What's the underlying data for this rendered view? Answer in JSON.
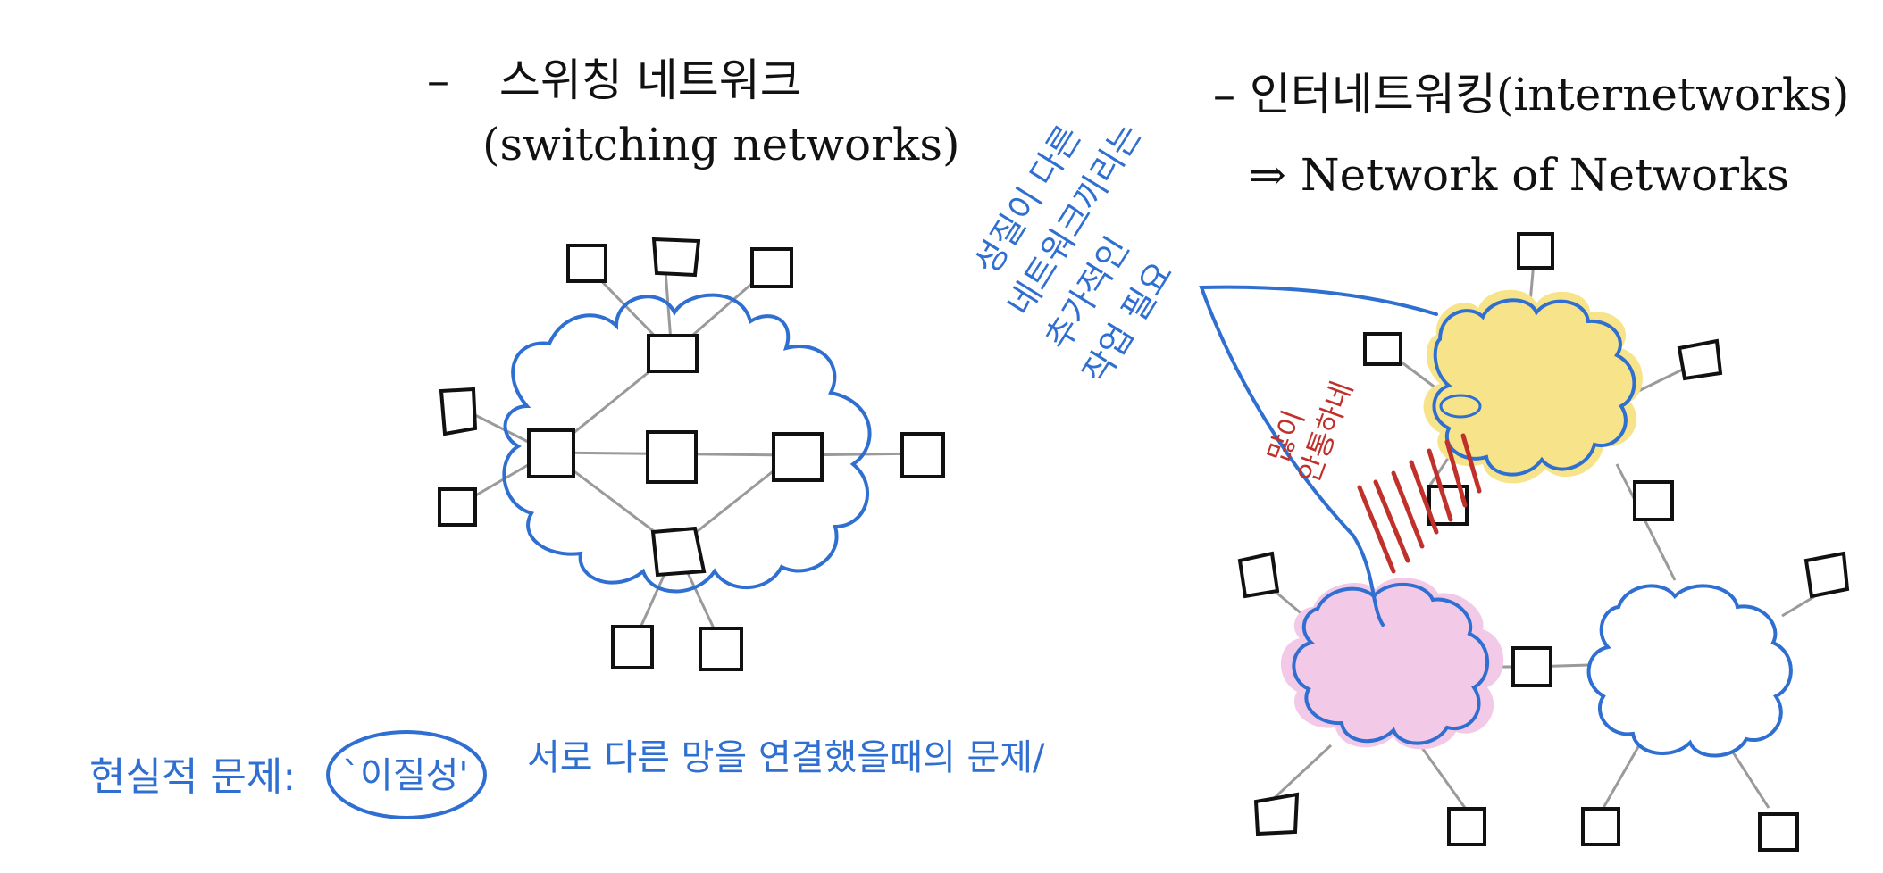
{
  "left_heading": {
    "dash": "–",
    "korean": "스위칭 네트워크",
    "english": "(switching networks)"
  },
  "right_heading": {
    "dash": "–",
    "line1": "인터네트워킹(internetworks)",
    "arrow": "⇒",
    "line2": "Network of Networks"
  },
  "annotations": {
    "bottom_note_prefix": "현실적 문제:",
    "bottom_note_circled": "`이질성'",
    "bottom_note_suffix": "서로 다른 망을 연결했을때의 문제/",
    "callout_line1": "성질이 다른",
    "callout_line2": "네트워크끼리는",
    "callout_line3": "추가적인",
    "callout_line4": "작업 필요",
    "red_note_line1": "많이",
    "red_note_line2": "안통하네"
  },
  "colors": {
    "ink_blue": "#2f6fd1",
    "ink_red": "#c0312b",
    "node_black": "#111111",
    "link_gray": "#9a9a9a",
    "cloud_yellow": "#f7e48a",
    "cloud_pink": "#f3c9e8"
  }
}
